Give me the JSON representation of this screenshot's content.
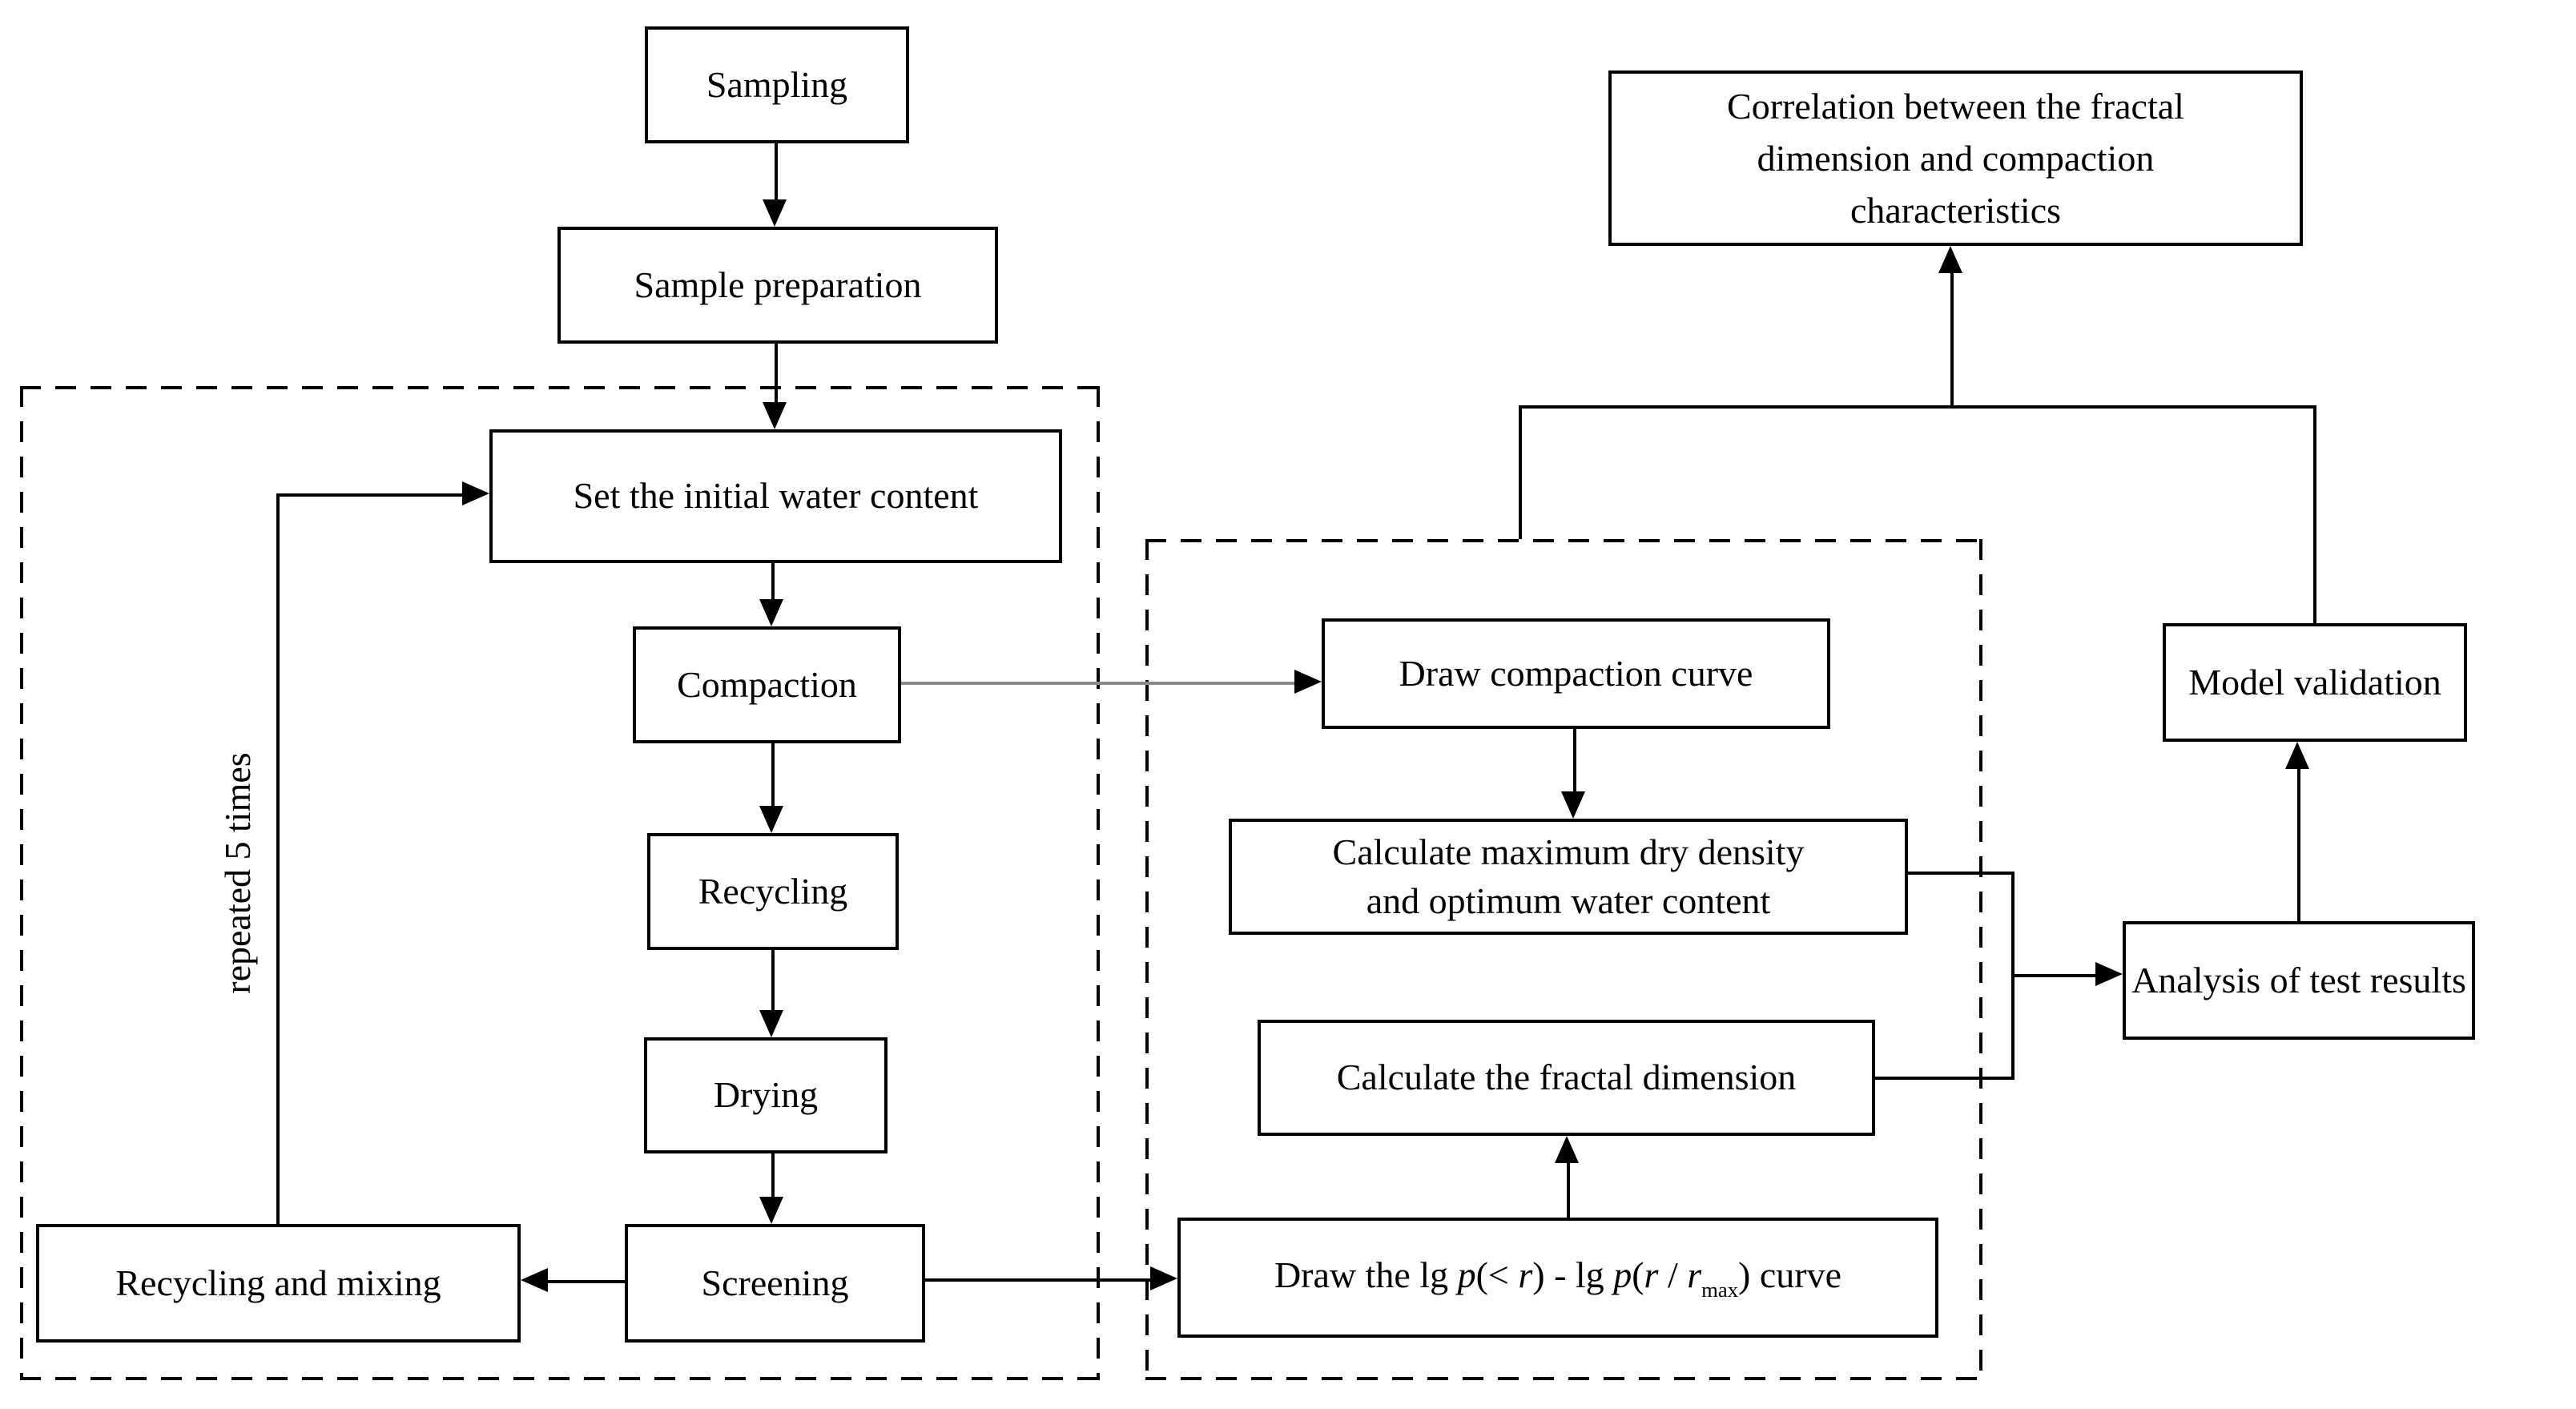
{
  "diagram": {
    "boxes": {
      "sampling": {
        "label": "Sampling"
      },
      "sample_preparation": {
        "label": "Sample preparation"
      },
      "set_initial_water": {
        "label": "Set the initial water content"
      },
      "compaction": {
        "label": "Compaction"
      },
      "recycling": {
        "label": "Recycling"
      },
      "drying": {
        "label": "Drying"
      },
      "screening": {
        "label": "Screening"
      },
      "recycling_and_mixing": {
        "label": "Recycling and mixing"
      },
      "draw_compaction_curve": {
        "label": "Draw compaction curve"
      },
      "calc_max_dry": {
        "lines": [
          "Calculate maximum dry density",
          "and optimum water content"
        ]
      },
      "calc_fractal": {
        "label": "Calculate the fractal dimension"
      },
      "draw_lg_curve": {
        "parts": {
          "t1": "Draw the lg ",
          "p1": "p",
          "t2": "(< ",
          "r1": "r",
          "t3": ") - lg ",
          "p2": "p",
          "t4": "(",
          "r2": "r",
          "t5": " / ",
          "r3": "r",
          "sub": "max",
          "t6": ") curve"
        }
      },
      "correlation": {
        "lines": [
          "Correlation between the fractal",
          "dimension and compaction",
          "characteristics"
        ]
      },
      "model_validation": {
        "label": "Model validation"
      },
      "analysis": {
        "label": "Analysis of test results"
      }
    },
    "annotations": {
      "repeat_note": "repeated 5 times"
    },
    "colors": {
      "line": "#000000",
      "gray_arrow": "#8a8a8a",
      "box_border": "#000000",
      "background": "#ffffff"
    }
  }
}
